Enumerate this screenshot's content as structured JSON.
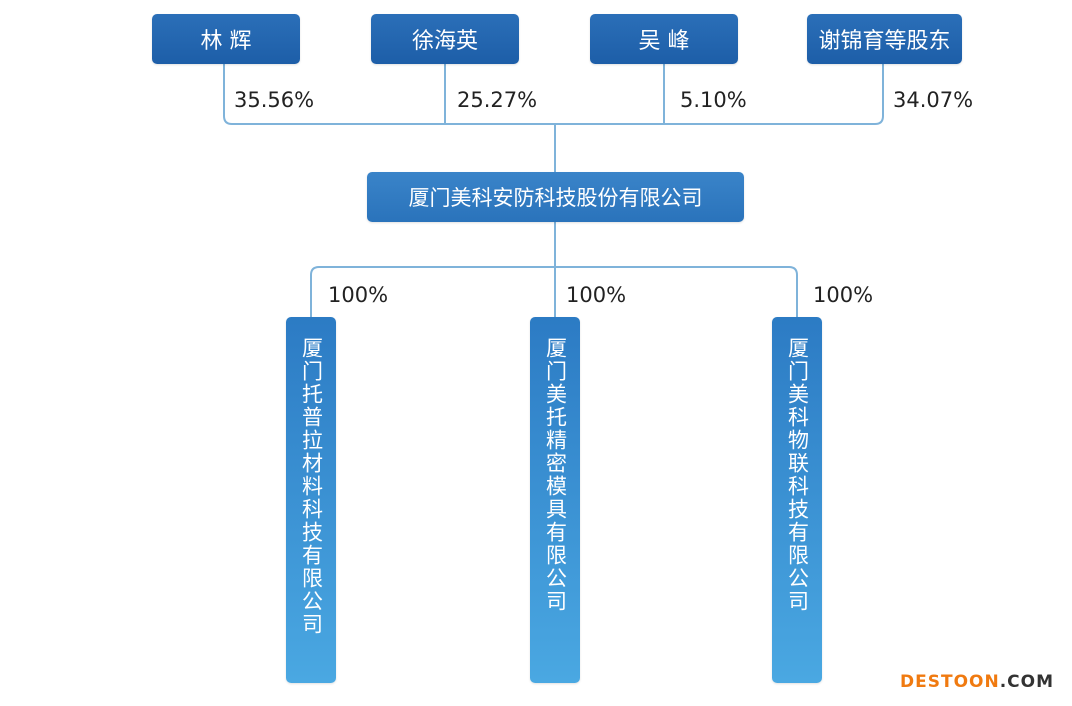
{
  "shareholders": [
    {
      "name": "林 辉",
      "share": "35.56%"
    },
    {
      "name": "徐海英",
      "share": "25.27%"
    },
    {
      "name": "吴 峰",
      "share": "5.10%"
    },
    {
      "name": "谢锦育等股东",
      "share": "34.07%"
    }
  ],
  "company": {
    "name": "厦门美科安防科技股份有限公司"
  },
  "subsidiaries": [
    {
      "name": "厦门托普拉材料科技有限公司",
      "share": "100%"
    },
    {
      "name": "厦门美托精密模具有限公司",
      "share": "100%"
    },
    {
      "name": "厦门美科物联科技有限公司",
      "share": "100%"
    }
  ],
  "watermark": {
    "brand": "DESTOON",
    "suffix": ".COM",
    "brand_color": "#f07a10",
    "suffix_color": "#333333"
  },
  "colors": {
    "line": "#7fb3da",
    "holder_box": "#1f5fa9",
    "company_box": "#2f78c0",
    "sub_box_top": "#2c7bc4",
    "sub_box_bottom": "#4aa8e2"
  }
}
